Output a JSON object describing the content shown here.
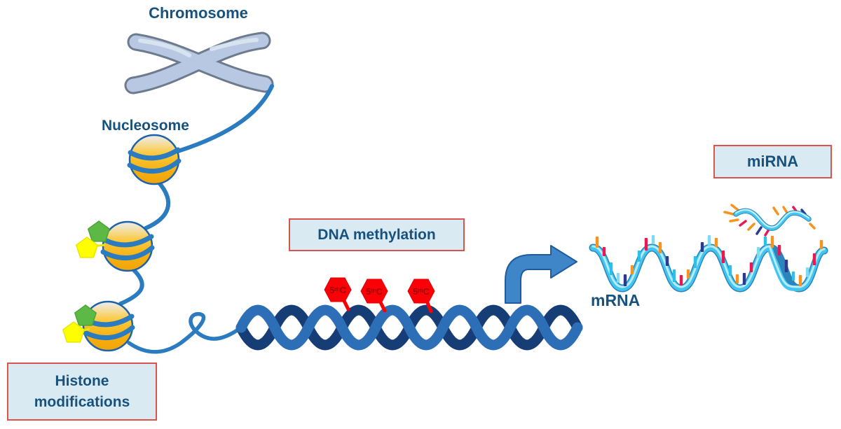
{
  "labels": {
    "chromosome": "Chromosome",
    "nucleosome": "Nucleosome",
    "histone_modifications": "Histone modifications",
    "dna_methylation": "DNA methylation",
    "mrna": "mRNA",
    "mirna": "miRNA",
    "methyl_mark": "5ᵐC"
  },
  "colors": {
    "label_text": "#17527F",
    "callout_box_fill": "#D9EAF3",
    "callout_box_border": "#D9544D",
    "chromosome_fill": "#B9C8E2",
    "chromosome_outline": "#6E7B8E",
    "dna_linker_blue": "#2B7BC0",
    "helix_front_blue": "#2D6FB6",
    "helix_back_navy": "#163D75",
    "nucleosome_gold": "#F6AE0D",
    "histone_mark_green": "#5CB946",
    "histone_mark_yellow": "#FEFE00",
    "methyl_hexagon_red": "#FB0007",
    "methyl_text_red": "#9C0604",
    "arrow_blue": "#3E86C7",
    "mrna_cyan": "#41C4EE",
    "base_bar_orange": "#F7941D",
    "base_bar_crimson": "#EC1651",
    "base_bar_navy": "#2B3A8F"
  }
}
